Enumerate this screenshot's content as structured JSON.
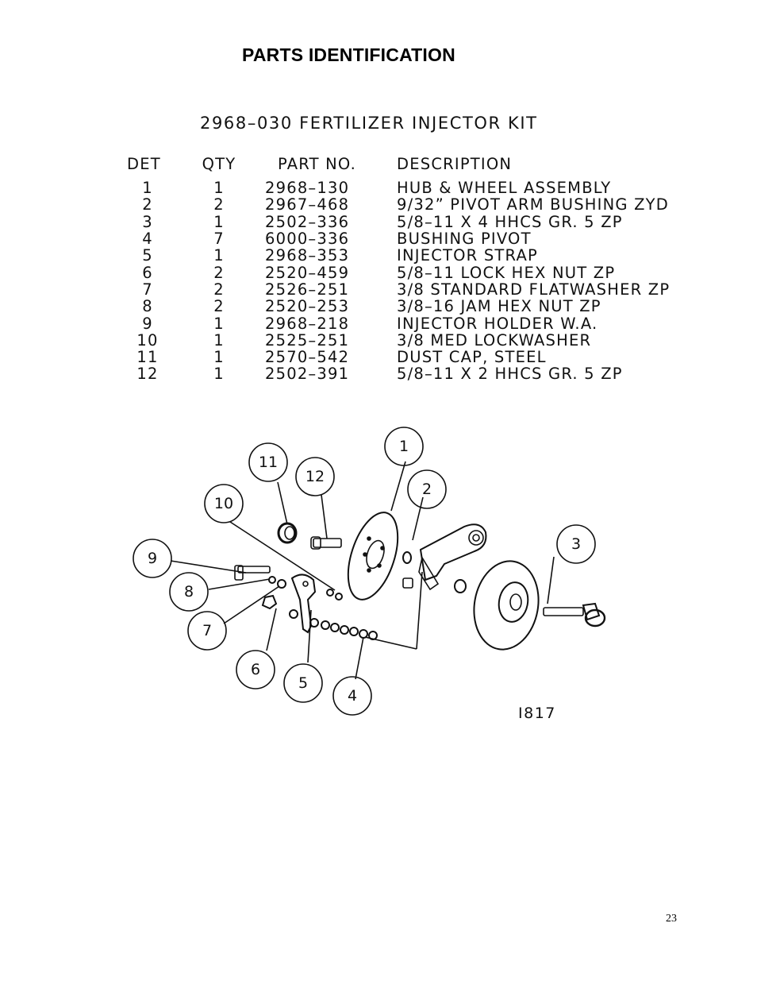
{
  "page": {
    "heading": "PARTS IDENTIFICATION",
    "page_number": "23"
  },
  "kit": {
    "title": "2968–030 FERTILIZER INJECTOR KIT",
    "columns": [
      "DET",
      "QTY",
      "PART NO.",
      "DESCRIPTION"
    ],
    "rows": [
      {
        "det": "1",
        "qty": "1",
        "part": "2968–130",
        "desc": "HUB & WHEEL ASSEMBLY"
      },
      {
        "det": "2",
        "qty": "2",
        "part": "2967–468",
        "desc": "9/32” PIVOT ARM BUSHING ZYD"
      },
      {
        "det": "3",
        "qty": "1",
        "part": "2502–336",
        "desc": "5/8–11 X 4 HHCS GR. 5 ZP"
      },
      {
        "det": "4",
        "qty": "7",
        "part": "6000–336",
        "desc": "BUSHING PIVOT"
      },
      {
        "det": "5",
        "qty": "1",
        "part": "2968–353",
        "desc": "INJECTOR STRAP"
      },
      {
        "det": "6",
        "qty": "2",
        "part": "2520–459",
        "desc": "5/8–11 LOCK HEX NUT ZP"
      },
      {
        "det": "7",
        "qty": "2",
        "part": "2526–251",
        "desc": "3/8 STANDARD FLATWASHER ZP"
      },
      {
        "det": "8",
        "qty": "2",
        "part": "2520–253",
        "desc": "3/8–16 JAM HEX NUT ZP"
      },
      {
        "det": "9",
        "qty": "1",
        "part": "2968–218",
        "desc": "INJECTOR HOLDER W.A."
      },
      {
        "det": "10",
        "qty": "1",
        "part": "2525–251",
        "desc": "3/8 MED LOCKWASHER"
      },
      {
        "det": "11",
        "qty": "1",
        "part": "2570–542",
        "desc": "DUST CAP, STEEL"
      },
      {
        "det": "12",
        "qty": "1",
        "part": "2502–391",
        "desc": "5/8–11 X 2 HHCS GR. 5 ZP"
      }
    ]
  },
  "diagram": {
    "drawing_number": "I817",
    "callouts": [
      "1",
      "2",
      "3",
      "4",
      "5",
      "6",
      "7",
      "8",
      "9",
      "10",
      "11",
      "12"
    ]
  }
}
